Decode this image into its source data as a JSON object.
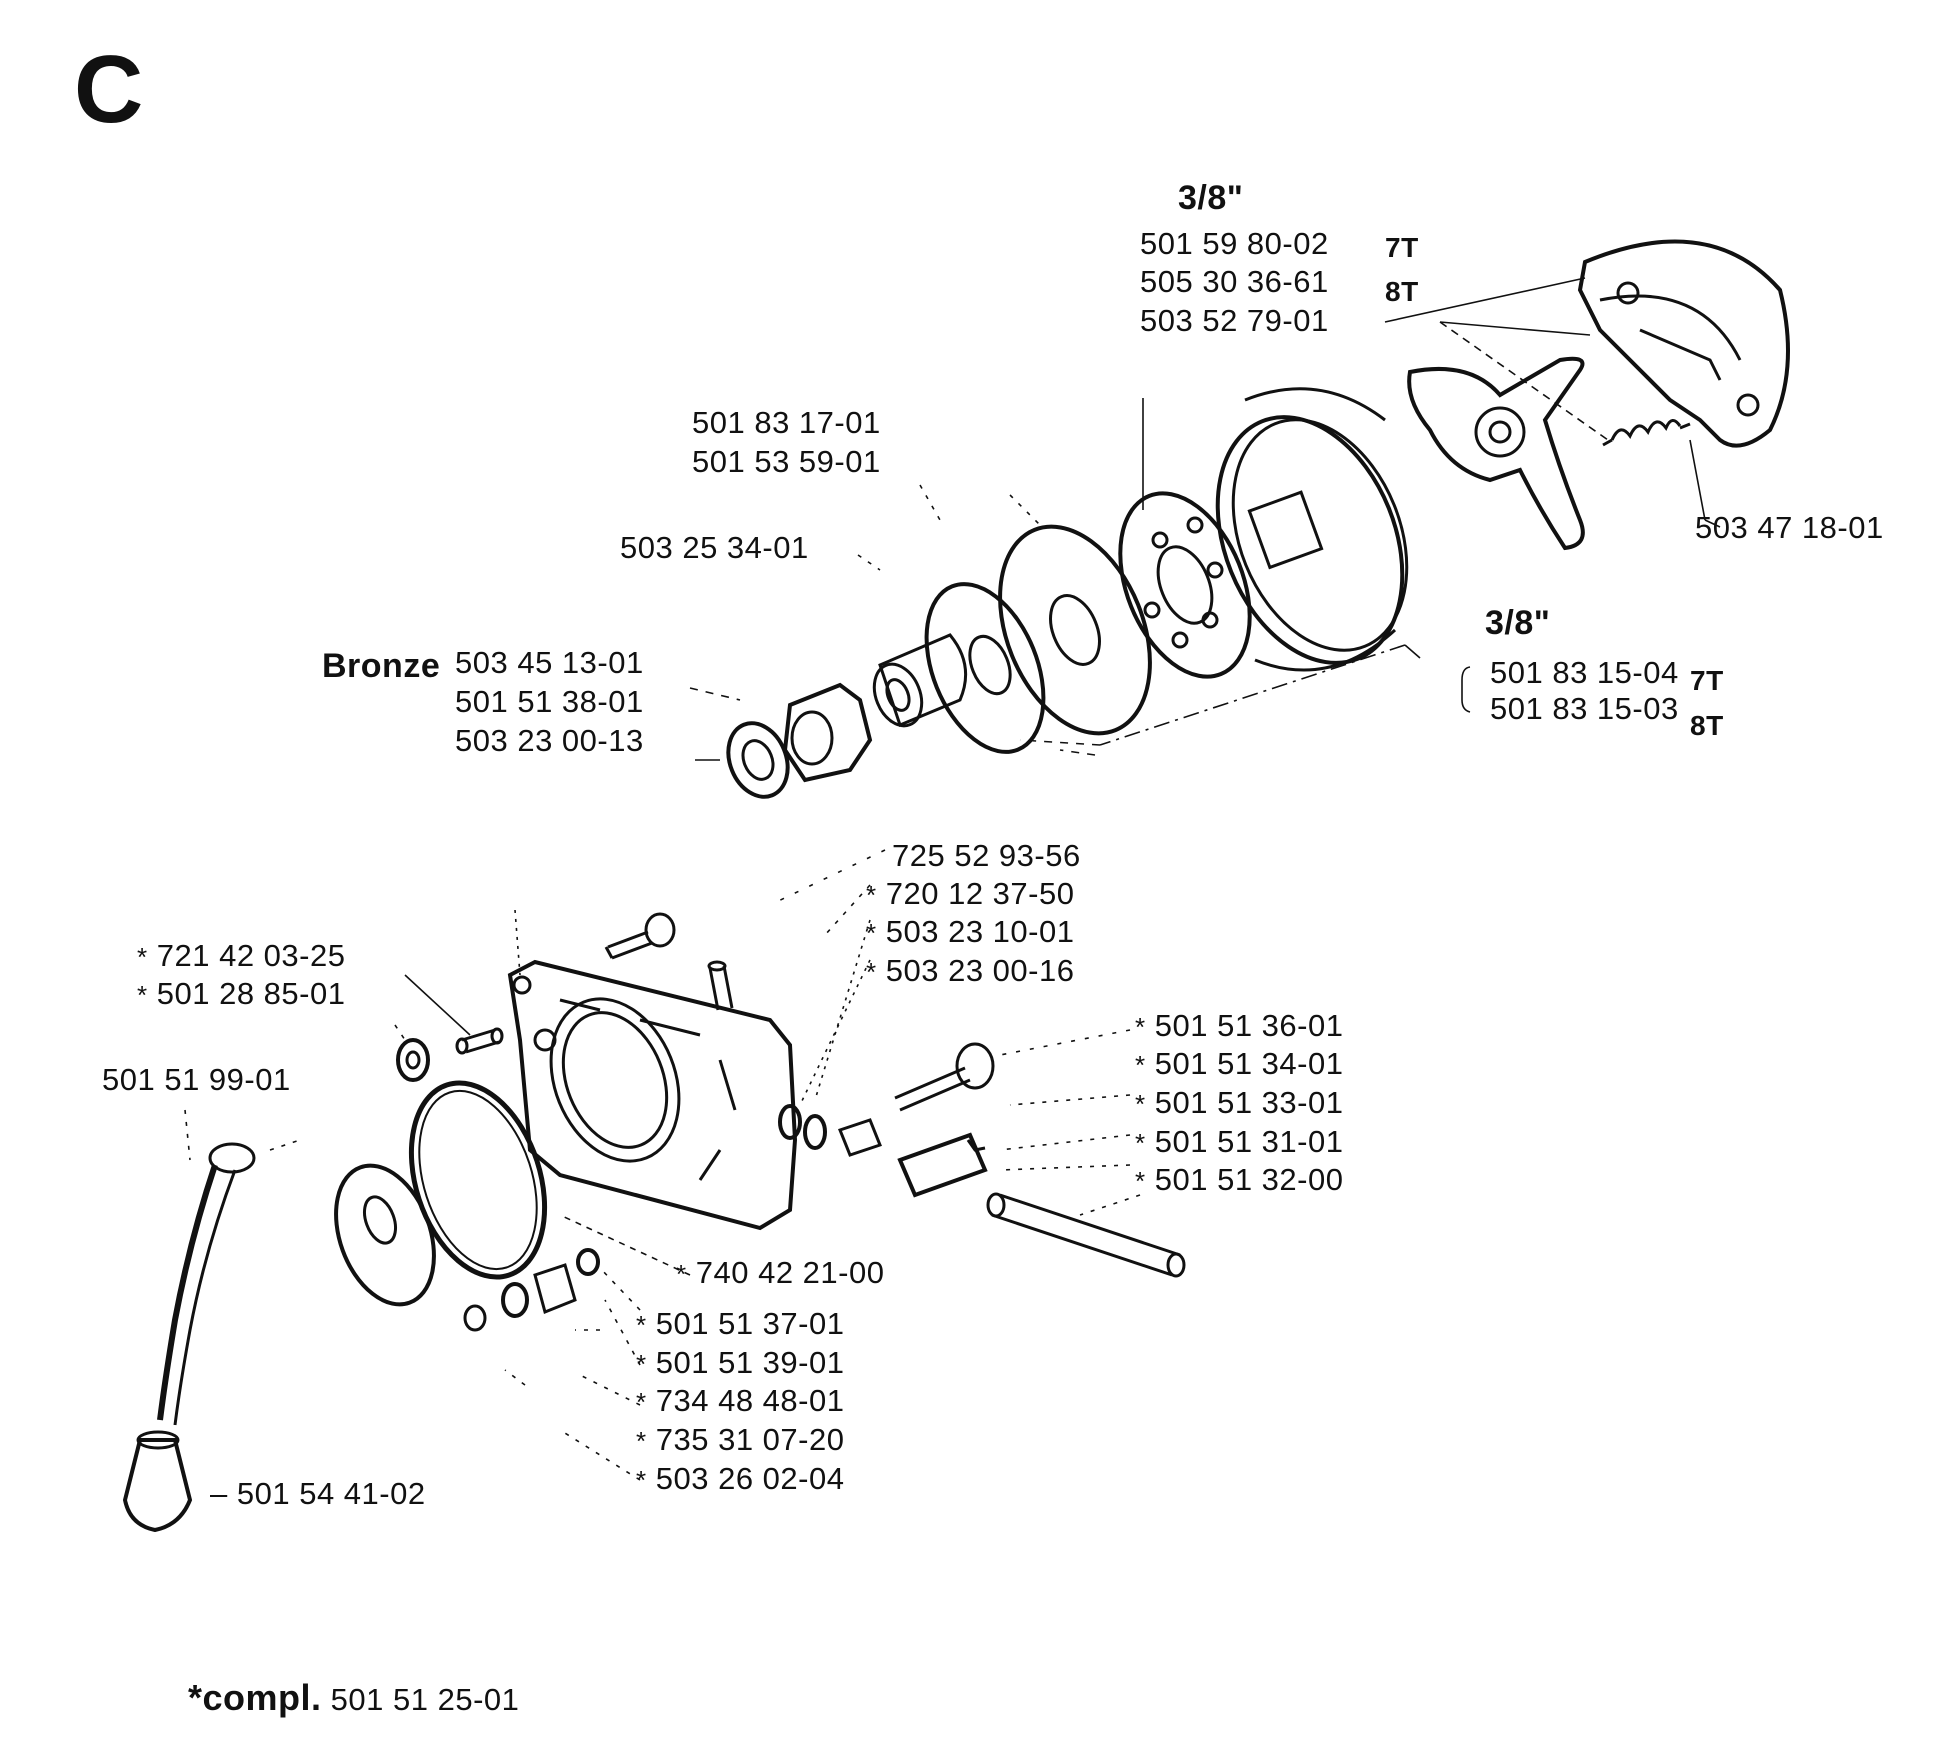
{
  "section": "C",
  "headings": {
    "pitch_top": "3/8\"",
    "pitch_right": "3/8\"",
    "bronze": "Bronze",
    "compl": "*compl."
  },
  "parts": {
    "p501598002": "501 59 80-02",
    "p505303661": "505 30 36-61",
    "p503527901": "503 52 79-01",
    "p501831701": "501 83 17-01",
    "p501535901": "501 53 59-01",
    "p503253401": "503 25 34-01",
    "p503451301": "503 45 13-01",
    "p501513801": "501 51 38-01",
    "p503230013": "503 23 00-13",
    "p503471801": "503 47 18-01",
    "p501831504": "501 83 15-04",
    "p501831503": "501 83 15-03",
    "p725529356": "725 52 93-56",
    "p720123750": "720 12 37-50",
    "p503231001": "503 23 10-01",
    "p503230016": "503 23 00-16",
    "p721420325": "721 42 03-25",
    "p501288501": "501 28 85-01",
    "p501519901": "501 51 99-01",
    "p501513601": "501 51 36-01",
    "p501513401": "501 51 34-01",
    "p501513301": "501 51 33-01",
    "p501513101": "501 51 31-01",
    "p501513200": "501 51 32-00",
    "p740422100": "740 42 21-00",
    "p501513701": "501 51 37-01",
    "p501513901": "501 51 39-01",
    "p734484801": "734 48 48-01",
    "p735310720": "735 31 07-20",
    "p503260204": "503 26 02-04",
    "p501544102": "501 54 41-02",
    "p501512501": "501 51 25-01"
  },
  "teeth": {
    "t7_a": "7T",
    "t8_a": "8T",
    "t7_b": "7T",
    "t8_b": "8T"
  },
  "marks": {
    "star": "*",
    "dash": "–"
  }
}
